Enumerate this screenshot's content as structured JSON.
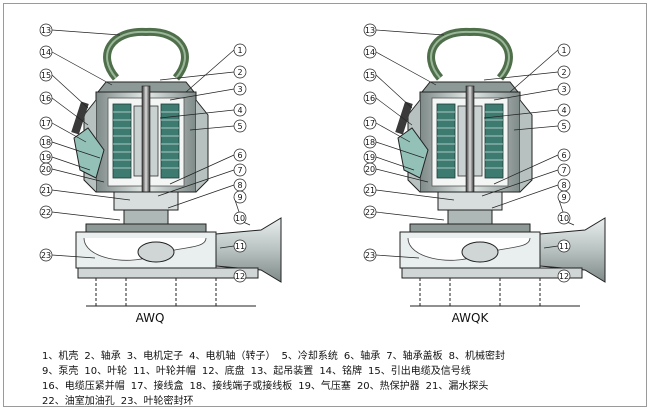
{
  "pumps": [
    {
      "model": "AWQ",
      "callouts_left": [
        "13",
        "14",
        "15",
        "16",
        "17",
        "18",
        "19",
        "20",
        "21",
        "22",
        "23"
      ],
      "callouts_right": [
        "1",
        "2",
        "3",
        "4",
        "5",
        "6",
        "7",
        "8",
        "9",
        "10",
        "11",
        "12"
      ]
    },
    {
      "model": "AWQK",
      "callouts_left": [
        "13",
        "14",
        "15",
        "16",
        "17",
        "18",
        "19",
        "20",
        "21",
        "22",
        "23"
      ],
      "callouts_right": [
        "1",
        "2",
        "3",
        "4",
        "5",
        "6",
        "7",
        "8",
        "9",
        "10",
        "11",
        "12"
      ]
    }
  ],
  "legend": {
    "rows": [
      [
        "1、机壳",
        "2、轴承",
        "3、电机定子",
        "4、电机轴（转子）",
        "5、冷却系统",
        "6、轴承",
        "7、轴承盖板",
        "8、机械密封"
      ],
      [
        "9、泵壳",
        "10、叶轮",
        "11、叶轮并帽",
        "12、底盘",
        "13、起吊装置",
        "14、铭牌",
        "15、引出电缆及信号线"
      ],
      [
        "16、电缆压紧并帽",
        "17、接线盒",
        "18、接线端子或接线板",
        "19、气压塞",
        "20、热保护器",
        "21、漏水探头"
      ],
      [
        "22、油室加油孔",
        "23、叶轮密封环"
      ]
    ]
  },
  "colors": {
    "housing": "#b7c2c0",
    "housing_dark": "#6f7d7a",
    "coil": "#3d7a70",
    "handle": "#4f6f4a",
    "line": "#222222"
  }
}
